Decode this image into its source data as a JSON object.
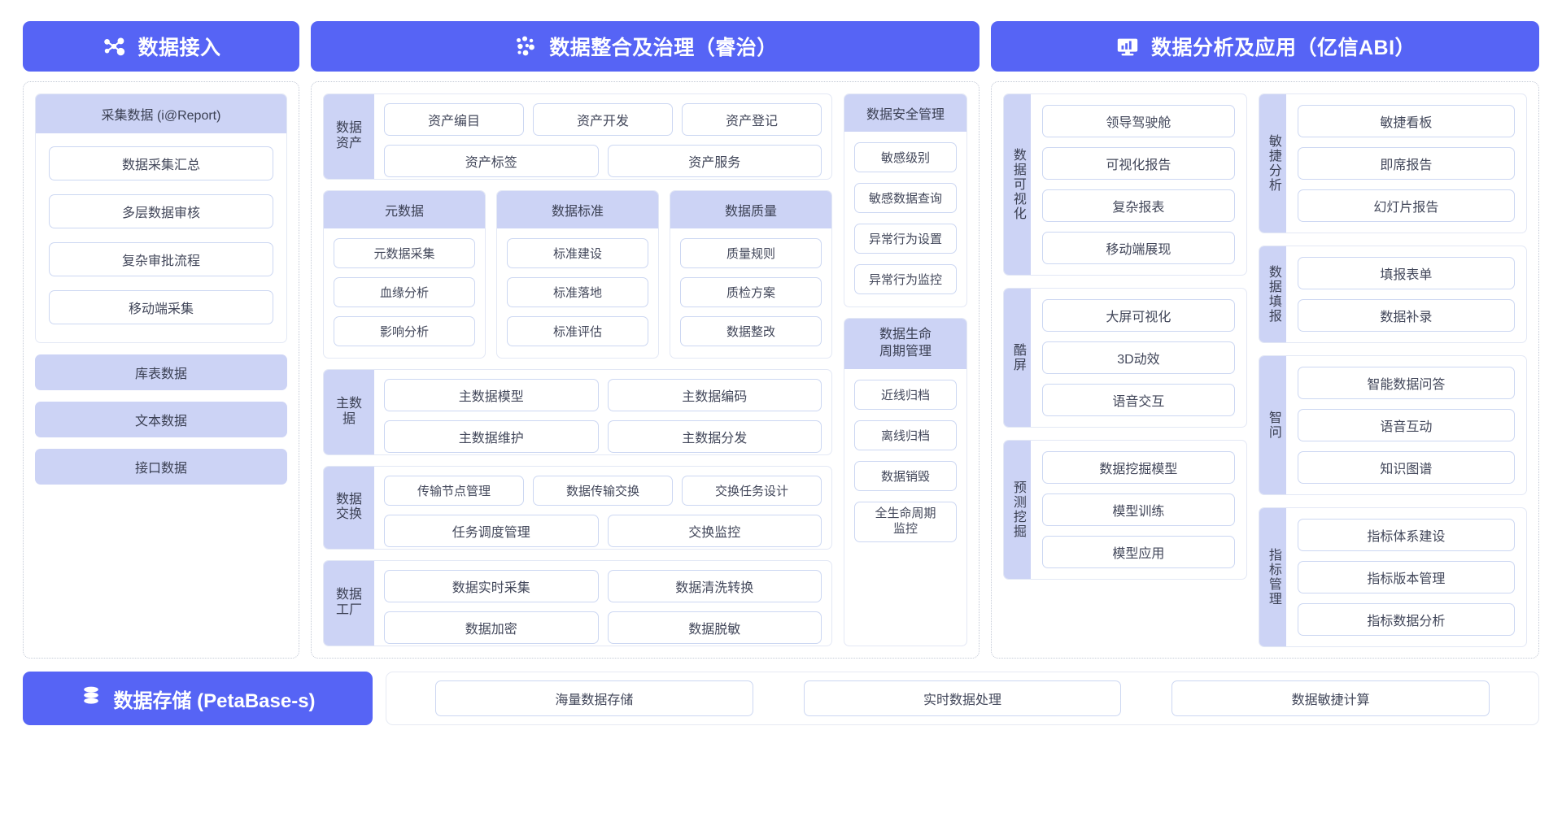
{
  "columns": {
    "accept": {
      "banner": {
        "icon": "network-nodes-icon",
        "title": "数据接入"
      },
      "collect_group": {
        "header": "采集数据 (i@Report)",
        "items": [
          "数据采集汇总",
          "多层数据审核",
          "复杂审批流程",
          "移动端采集"
        ]
      },
      "sources": [
        "库表数据",
        "文本数据",
        "接口数据"
      ]
    },
    "govern": {
      "banner": {
        "icon": "scatter-dots-icon",
        "title": "数据整合及治理（睿治）"
      },
      "asset": {
        "label": "数据资产",
        "row1": [
          "资产编目",
          "资产开发",
          "资产登记"
        ],
        "row2": [
          "资产标签",
          "资产服务"
        ]
      },
      "triple": [
        {
          "header": "元数据",
          "items": [
            "元数据采集",
            "血缘分析",
            "影响分析"
          ]
        },
        {
          "header": "数据标准",
          "items": [
            "标准建设",
            "标准落地",
            "标准评估"
          ]
        },
        {
          "header": "数据质量",
          "items": [
            "质量规则",
            "质检方案",
            "数据整改"
          ]
        }
      ],
      "master": {
        "label": "主数据",
        "row1": [
          "主数据模型",
          "主数据编码"
        ],
        "row2": [
          "主数据维护",
          "主数据分发"
        ]
      },
      "exchange": {
        "label": "数据交换",
        "row1": [
          "传输节点管理",
          "数据传输交换",
          "交换任务设计"
        ],
        "row2": [
          "任务调度管理",
          "交换监控"
        ]
      },
      "factory": {
        "label": "数据工厂",
        "row1": [
          "数据实时采集",
          "数据清洗转换"
        ],
        "row2": [
          "数据加密",
          "数据脱敏"
        ]
      },
      "security": {
        "header": "数据安全管理",
        "items": [
          "敏感级别",
          "敏感数据查询",
          "异常行为设置",
          "异常行为监控"
        ]
      },
      "lifecycle": {
        "header": "数据生命周期管理",
        "items": [
          "近线归档",
          "离线归档",
          "数据销毁",
          "全生命周期监控"
        ]
      }
    },
    "analyze": {
      "banner": {
        "icon": "monitor-chart-icon",
        "title": "数据分析及应用（亿信ABI）"
      },
      "left_groups": [
        {
          "label": "数据可视化",
          "items": [
            "领导驾驶舱",
            "可视化报告",
            "复杂报表",
            "移动端展现"
          ]
        },
        {
          "label": "酷屏",
          "items": [
            "大屏可视化",
            "3D动效",
            "语音交互"
          ]
        },
        {
          "label": "预测挖掘",
          "items": [
            "数据挖掘模型",
            "模型训练",
            "模型应用"
          ]
        }
      ],
      "right_groups": [
        {
          "label": "敏捷分析",
          "items": [
            "敏捷看板",
            "即席报告",
            "幻灯片报告"
          ]
        },
        {
          "label": "数据填报",
          "items": [
            "填报表单",
            "数据补录"
          ]
        },
        {
          "label": "智问",
          "items": [
            "智能数据问答",
            "语音互动",
            "知识图谱"
          ]
        },
        {
          "label": "指标管理",
          "items": [
            "指标体系建设",
            "指标版本管理",
            "指标数据分析"
          ]
        }
      ]
    }
  },
  "storage": {
    "banner": {
      "icon": "database-stack-icon",
      "title": "数据存储 (PetaBase-s)"
    },
    "items": [
      "海量数据存储",
      "实时数据处理",
      "数据敏捷计算"
    ]
  },
  "colors": {
    "brand": "#5664f5",
    "header_fill": "#ccd3f5",
    "chip_border": "#ccd7f2",
    "outline": "#c3c9d6"
  }
}
